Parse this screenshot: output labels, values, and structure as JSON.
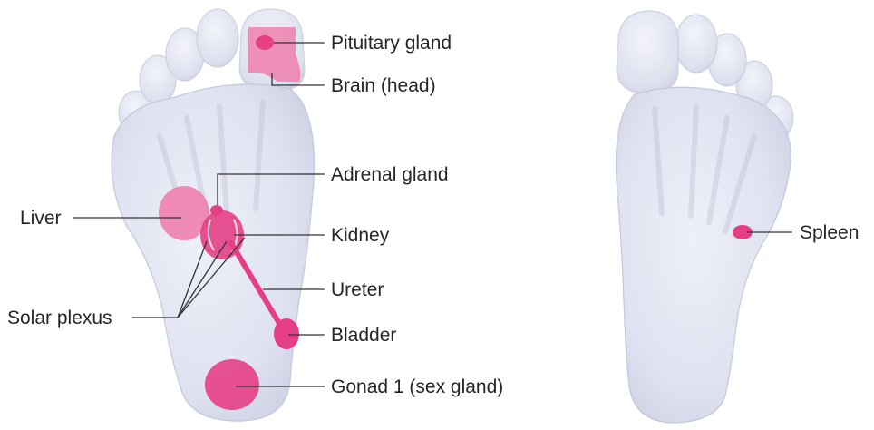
{
  "labels": {
    "pituitary": "Pituitary gland",
    "brain": "Brain (head)",
    "adrenal": "Adrenal gland",
    "liver": "Liver",
    "kidney": "Kidney",
    "ureter": "Ureter",
    "solar_plexus": "Solar plexus",
    "bladder": "Bladder",
    "gonad": "Gonad 1 (sex gland)",
    "spleen": "Spleen"
  },
  "colors": {
    "foot_fill": "#dcdfee",
    "foot_shadow": "#b9bdd4",
    "zone_pink": "#e63f86",
    "zone_pink_light": "#ee7fae",
    "leader_line": "#333333",
    "text": "#262626"
  }
}
